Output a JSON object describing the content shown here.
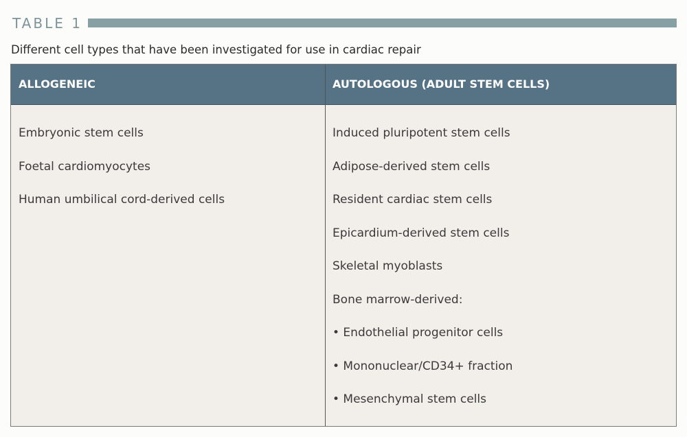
{
  "header": {
    "table_label": "TABLE 1",
    "caption": "Different cell types that have been investigated for use in cardiac repair",
    "accent_bar_color": "#87a0a3",
    "header_color": "#567385"
  },
  "table": {
    "columns": [
      "ALLOGENEIC",
      "AUTOLOGOUS (ADULT STEM CELLS)"
    ],
    "allogeneic": [
      "Embryonic stem cells",
      "Foetal cardiomyocytes",
      "Human umbilical cord-derived cells"
    ],
    "autologous": [
      "Induced pluripotent stem cells",
      "Adipose-derived stem cells",
      "Resident cardiac stem cells",
      "Epicardium-derived stem cells",
      "Skeletal myoblasts",
      "Bone marrow-derived:",
      "• Endothelial progenitor cells",
      "• Mononuclear/CD34+ fraction",
      "• Mesenchymal stem cells"
    ]
  }
}
